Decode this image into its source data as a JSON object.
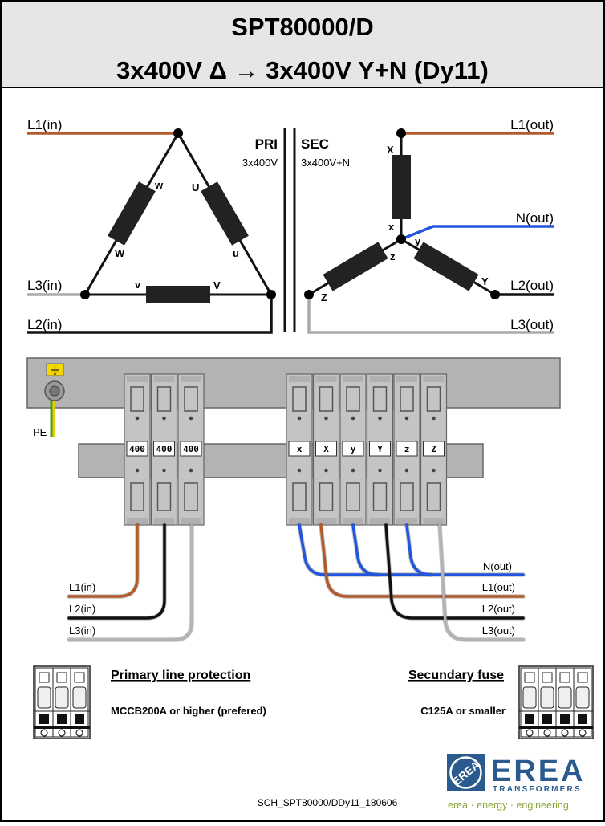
{
  "title": {
    "line1": "SPT80000/D",
    "line2": "3x400V Δ → 3x400V Y+N  (Dy11)"
  },
  "schematic": {
    "pri_label": "PRI",
    "pri_voltage": "3x400V",
    "sec_label": "SEC",
    "sec_voltage": "3x400V+N",
    "inputs": [
      "L1(in)",
      "L3(in)",
      "L2(in)"
    ],
    "outputs": [
      "L1(out)",
      "N(out)",
      "L2(out)",
      "L3(out)"
    ],
    "pri_windings": {
      "U": "U",
      "u": "u",
      "V": "V",
      "v": "v",
      "W": "W",
      "w": "w"
    },
    "sec_windings": {
      "X": "X",
      "x": "x",
      "Y": "Y",
      "y": "y",
      "Z": "Z",
      "z": "z"
    }
  },
  "terminals": {
    "pe_label": "PE",
    "primary_tags": [
      "400",
      "400",
      "400"
    ],
    "secondary_tags": [
      "x",
      "X",
      "y",
      "Y",
      "z",
      "Z"
    ],
    "inputs": [
      "L1(in)",
      "L2(in)",
      "L3(in)"
    ],
    "outputs": [
      "N(out)",
      "L1(out)",
      "L2(out)",
      "L3(out)"
    ]
  },
  "protection": {
    "primary_title": "Primary line protection",
    "primary_text": "MCCB200A or higher (prefered)",
    "secondary_title": "Secundary fuse",
    "secondary_text": "C125A or smaller"
  },
  "footer": {
    "doc_id": "SCH_SPT80000/DDy11_180606",
    "brand": "EREA",
    "brand_sub": "TRANSFORMERS",
    "slogan": "erea · energy · engineering"
  },
  "colors": {
    "brown": "#b35a2a",
    "black": "#111111",
    "grey": "#aaaaaa",
    "blue": "#2255dd",
    "navy": "#2b5a8e",
    "slogan": "#8aa63a"
  }
}
